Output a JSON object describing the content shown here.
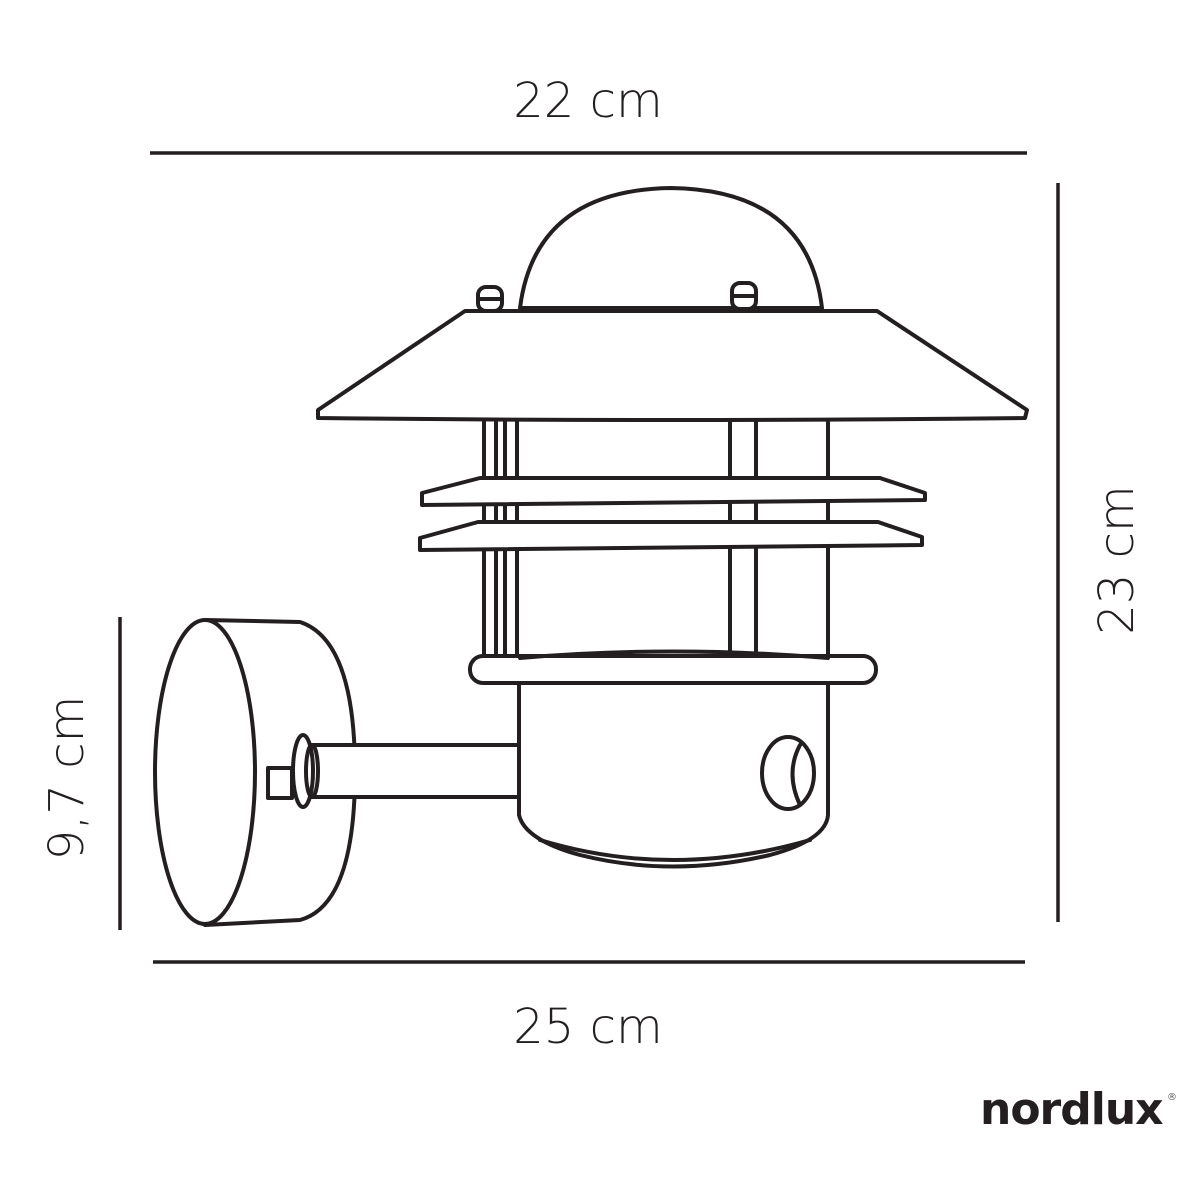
{
  "dimensions": {
    "top_width": "22 cm",
    "bottom_width": "25 cm",
    "height": "23 cm",
    "wall_plate_height": "9,7 cm"
  },
  "brand": {
    "logo_text": "nordlux",
    "registered_mark": "®"
  },
  "colors": {
    "line": "#231f20",
    "background": "#ffffff"
  }
}
